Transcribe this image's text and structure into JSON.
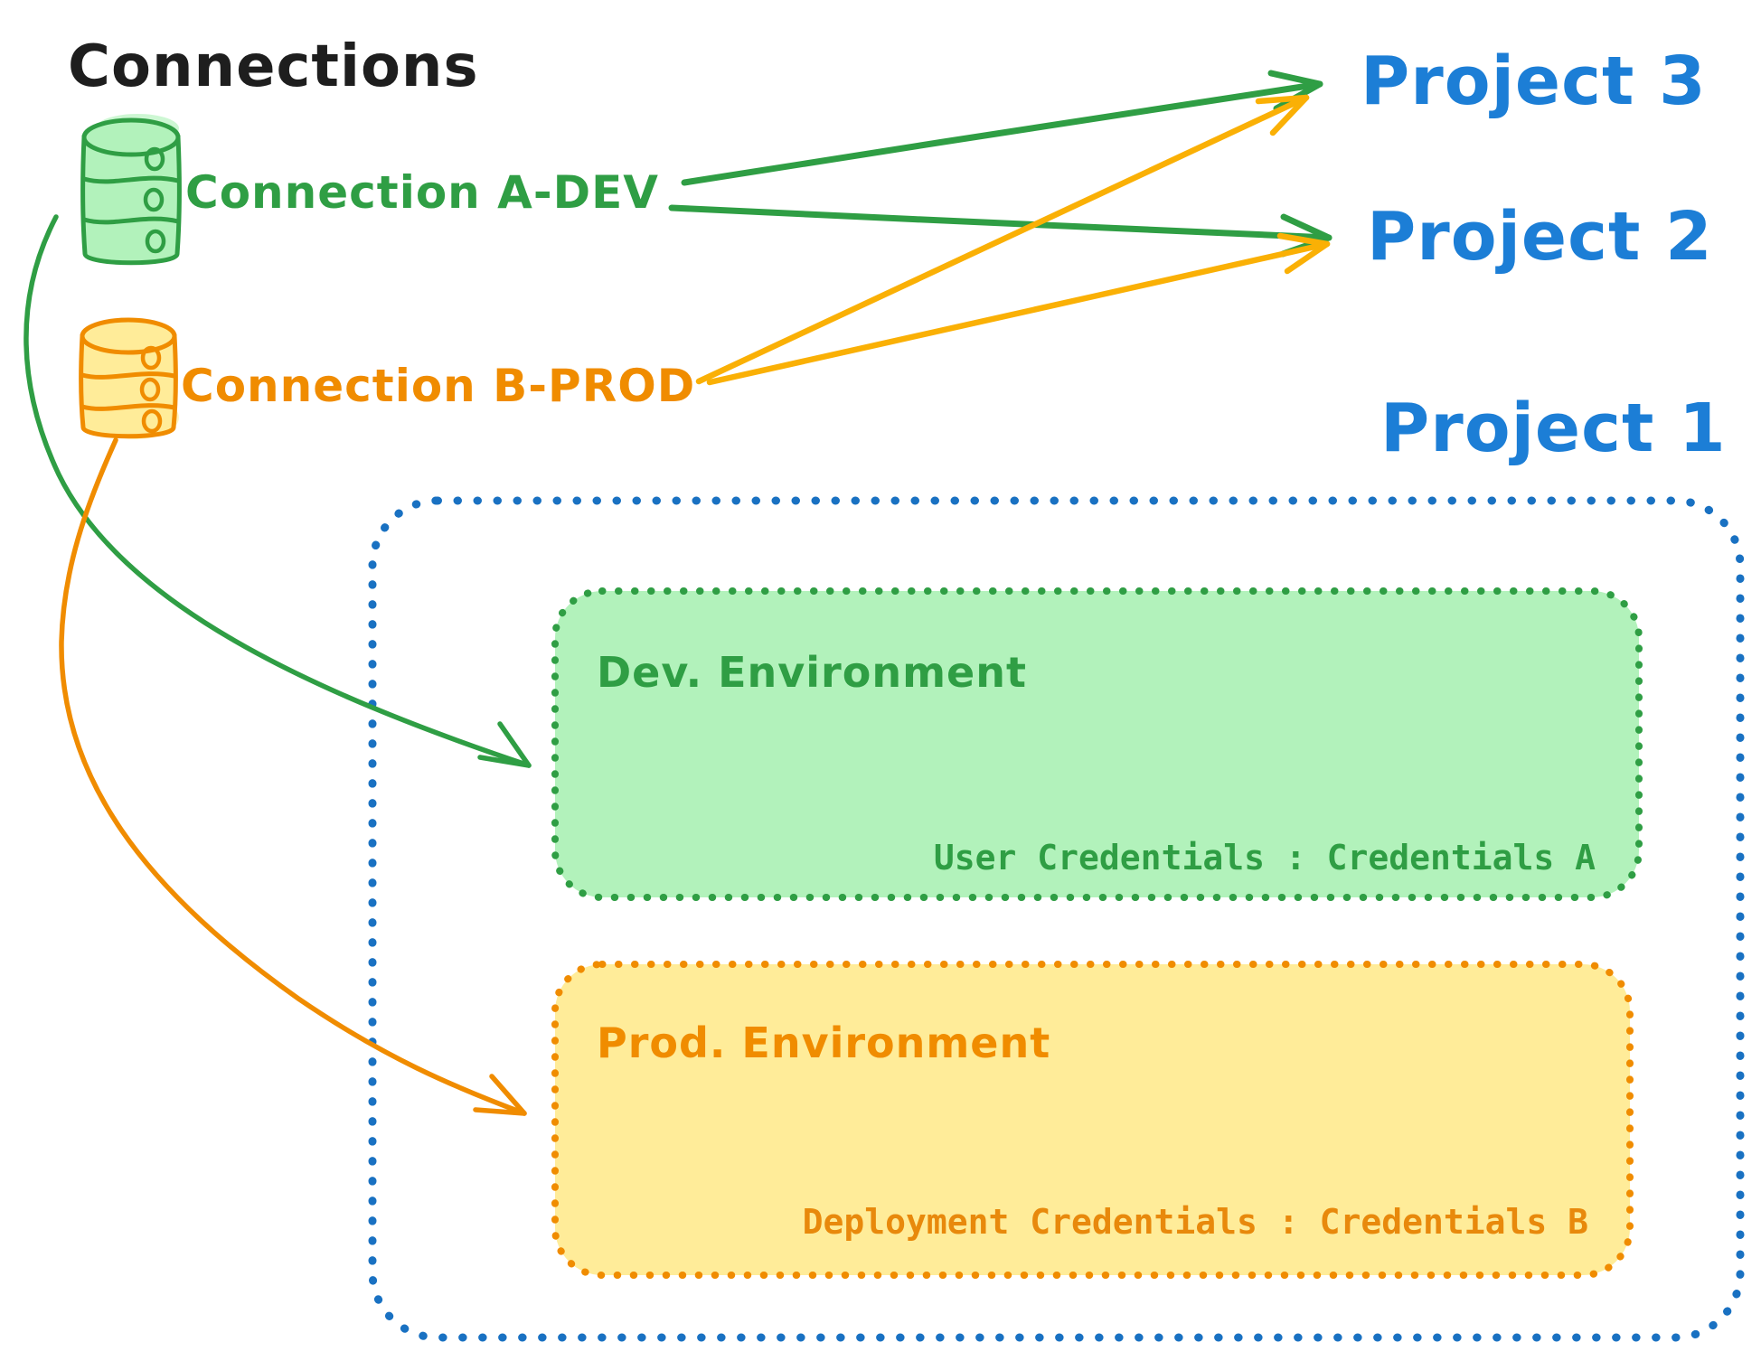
{
  "canvas": {
    "heading": "Connections"
  },
  "colors": {
    "heading_text": "#1e1e1e",
    "green_stroke": "#2f9e44",
    "green_fill": "#b2f2bb",
    "orange_stroke": "#f08c00",
    "orange_fill": "#ffec99",
    "orange_arrow": "#fab005",
    "orange_credentials_text": "#e8890c",
    "blue_border": "#1971c2",
    "blue_text": "#1c7ed6"
  },
  "connections": {
    "heading": "Connections",
    "items": [
      {
        "label": "Connection A-DEV",
        "icon": "database-icon",
        "color": "#2f9e44"
      },
      {
        "label": "Connection B-PROD",
        "icon": "database-icon",
        "color": "#f08c00"
      }
    ]
  },
  "projects": [
    {
      "label": "Project 3"
    },
    {
      "label": "Project 2"
    },
    {
      "label": "Project 1"
    }
  ],
  "project1_detail": {
    "environments": [
      {
        "title": "Dev. Environment",
        "credentials_label": "User Credentials : Credentials A",
        "color": "#2f9e44"
      },
      {
        "title": "Prod. Environment",
        "credentials_label": "Deployment Credentials : Credentials B",
        "color": "#f08c00"
      }
    ]
  },
  "edges": [
    {
      "from": "Connection A-DEV",
      "to": "Project 3",
      "color": "#2f9e44"
    },
    {
      "from": "Connection A-DEV",
      "to": "Project 2",
      "color": "#2f9e44"
    },
    {
      "from": "Connection B-PROD",
      "to": "Project 3",
      "color": "#fab005"
    },
    {
      "from": "Connection B-PROD",
      "to": "Project 2",
      "color": "#fab005"
    },
    {
      "from": "Connection A-DEV",
      "to": "Dev. Environment",
      "color": "#2f9e44"
    },
    {
      "from": "Connection B-PROD",
      "to": "Prod. Environment",
      "color": "#f08c00"
    }
  ]
}
